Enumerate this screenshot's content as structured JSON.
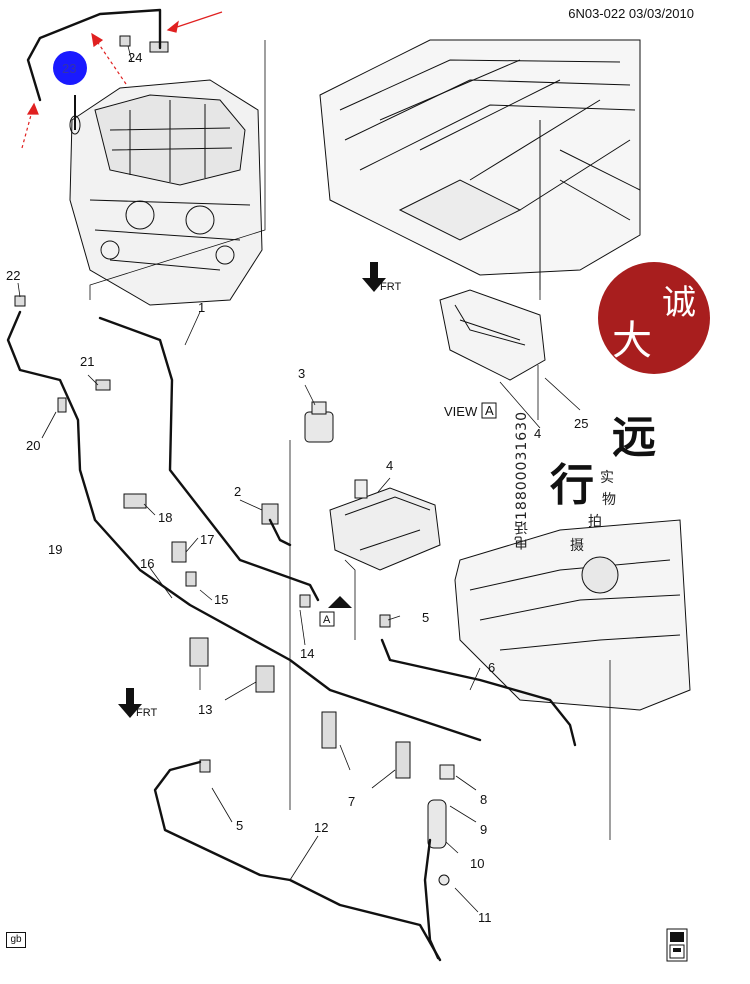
{
  "header": {
    "code": "6N03-022  03/03/2010"
  },
  "view_label": "VIEW",
  "view_letter": "A",
  "arrow_frt": "FRT",
  "corner_label": "gb",
  "callouts": [
    {
      "id": "c1",
      "label": "1"
    },
    {
      "id": "c2",
      "label": "2"
    },
    {
      "id": "c3",
      "label": "3"
    },
    {
      "id": "c4a",
      "label": "4"
    },
    {
      "id": "c4b",
      "label": "4"
    },
    {
      "id": "c5a",
      "label": "5"
    },
    {
      "id": "c5b",
      "label": "5"
    },
    {
      "id": "c6",
      "label": "6"
    },
    {
      "id": "c7",
      "label": "7"
    },
    {
      "id": "c8",
      "label": "8"
    },
    {
      "id": "c9",
      "label": "9"
    },
    {
      "id": "c10",
      "label": "10"
    },
    {
      "id": "c11",
      "label": "11"
    },
    {
      "id": "c12",
      "label": "12"
    },
    {
      "id": "c13",
      "label": "13"
    },
    {
      "id": "c14",
      "label": "14"
    },
    {
      "id": "c15",
      "label": "15"
    },
    {
      "id": "c16",
      "label": "16"
    },
    {
      "id": "c17",
      "label": "17"
    },
    {
      "id": "c18",
      "label": "18"
    },
    {
      "id": "c19",
      "label": "19"
    },
    {
      "id": "c20",
      "label": "20"
    },
    {
      "id": "c21",
      "label": "21"
    },
    {
      "id": "c22",
      "label": "22"
    },
    {
      "id": "c23",
      "label": "23"
    },
    {
      "id": "c24",
      "label": "24"
    },
    {
      "id": "c25",
      "label": "25"
    }
  ],
  "watermark": {
    "phone": "电话18800031630",
    "chars": [
      "远",
      "行",
      "实",
      "物",
      "拍",
      "摄"
    ],
    "seal_chars": [
      "诚",
      "大"
    ]
  },
  "colors": {
    "line": "#111111",
    "highlight": "#1a1aff",
    "arrow_red": "#e02020",
    "seal_red": "#a81e1e"
  }
}
